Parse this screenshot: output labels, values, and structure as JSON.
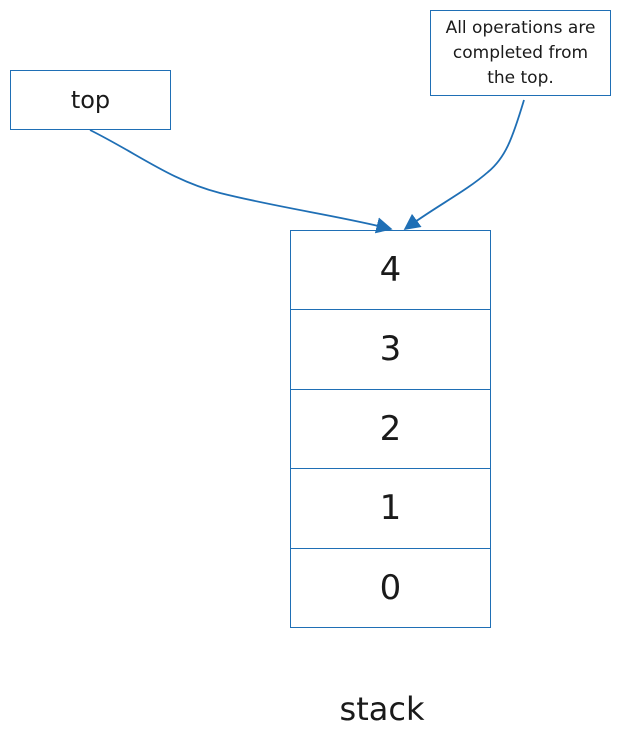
{
  "top_label": "top",
  "note": "All operations are completed from the top.",
  "stack": {
    "cells": [
      "4",
      "3",
      "2",
      "1",
      "0"
    ],
    "label": "stack"
  },
  "colors": {
    "stroke": "#1f6fb5"
  }
}
